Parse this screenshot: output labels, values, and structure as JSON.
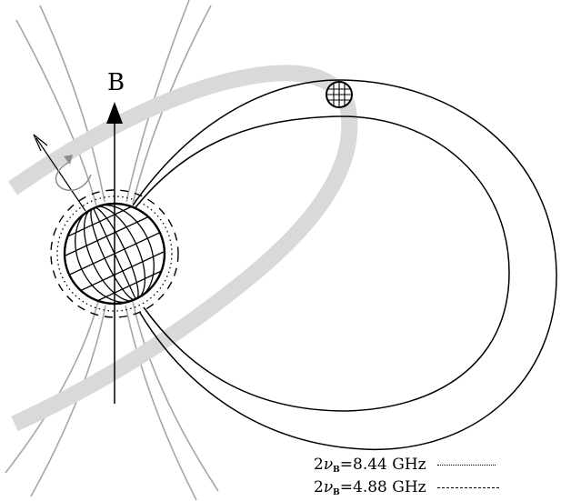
{
  "field_label": "B",
  "legend": [
    {
      "prefix": "2",
      "symbol": "ν",
      "subscript": "B",
      "value_text": "=8.44 GHz",
      "line_style": "dotted"
    },
    {
      "prefix": "2",
      "symbol": "ν",
      "subscript": "B",
      "value_text": "=4.88 GHz",
      "line_style": "dashed"
    }
  ],
  "colors": {
    "ink": "#000000",
    "field_lines_outer": "#a6a6a6",
    "orbit_band": "#d9d9d9",
    "rotation_arrow": "#8c8c8c"
  }
}
